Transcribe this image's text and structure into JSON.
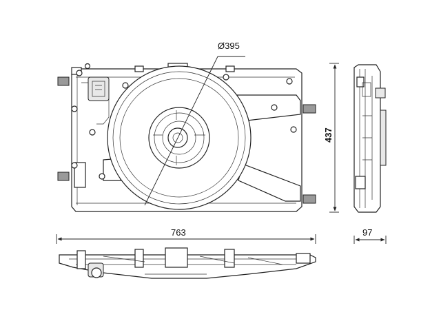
{
  "dimensions": {
    "fan_diameter": "Ø395",
    "height": "437",
    "width": "763",
    "depth": "97"
  },
  "colors": {
    "line": "#222222",
    "background": "#ffffff"
  }
}
